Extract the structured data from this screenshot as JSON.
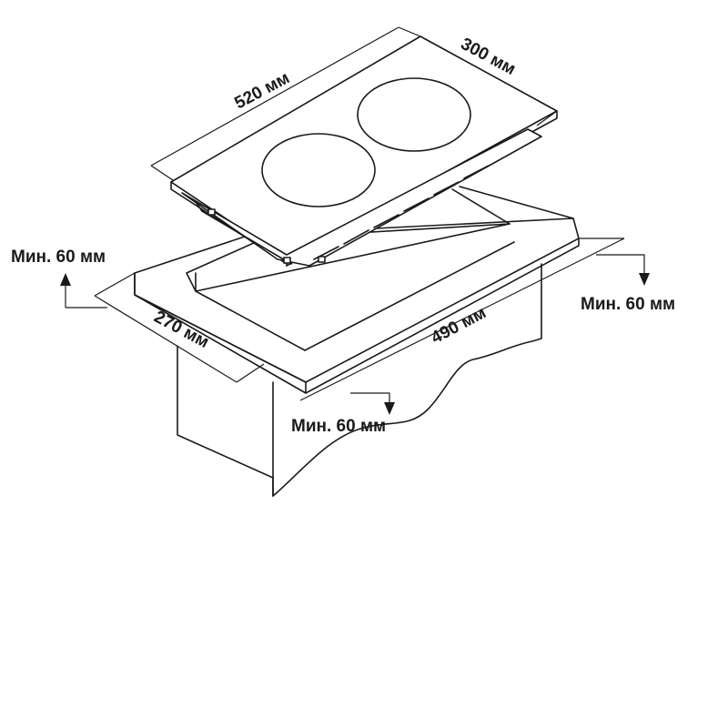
{
  "dimensions": {
    "hob_length": "520 мм",
    "hob_width": "300 мм",
    "cutout_width": "270 мм",
    "cutout_length": "490 мм",
    "clearance_left": "Мин. 60 мм",
    "clearance_right": "Мин. 60 мм",
    "clearance_front": "Мин. 60 мм"
  },
  "colors": {
    "line": "#1a1a1a",
    "background": "#ffffff"
  }
}
